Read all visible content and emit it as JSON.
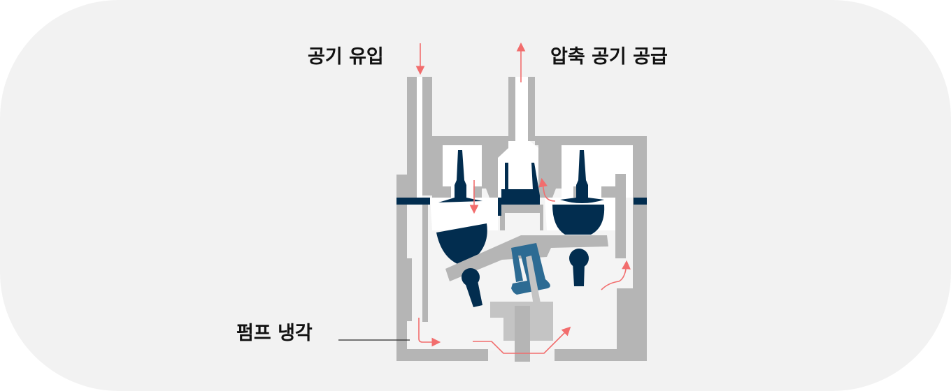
{
  "labels": {
    "air_inlet": "공기 유입",
    "compressed_air_supply": "압축 공기 공급",
    "pump_cooling": "펌프 냉각"
  },
  "colors": {
    "background": "#f2f2f2",
    "housing": "#b5b5b5",
    "valve_dark": "#022d4f",
    "crank_blue": "#2d6b93",
    "arrow": "#f26d6d"
  }
}
